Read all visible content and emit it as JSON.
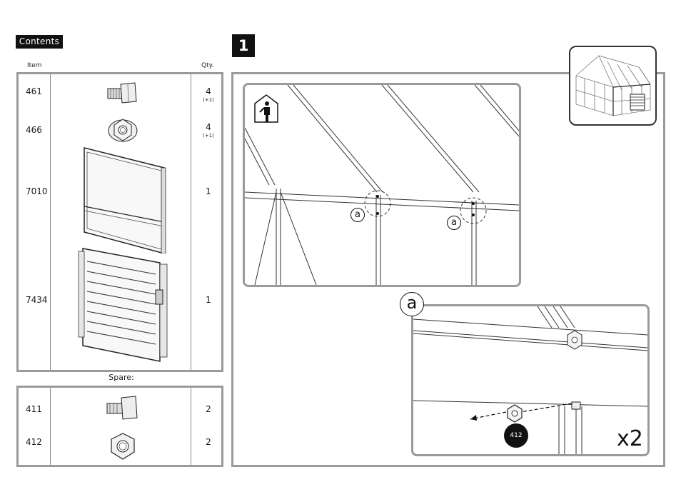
{
  "header": {
    "contents_label": "Contents",
    "step_number": "1",
    "item_col": "Item",
    "qty_col": "Qty."
  },
  "parts": [
    {
      "id": "461",
      "qty": "4",
      "spare": "(+1)",
      "icon": "bolt-icon"
    },
    {
      "id": "466",
      "qty": "4",
      "spare": "(+1)",
      "icon": "flange-nut-icon"
    },
    {
      "id": "7010",
      "qty": "1",
      "spare": "",
      "icon": "window-frame-icon"
    },
    {
      "id": "7434",
      "qty": "1",
      "spare": "",
      "icon": "louvre-vent-icon"
    }
  ],
  "spare_label": "Spare:",
  "spares": [
    {
      "id": "411",
      "qty": "2",
      "icon": "bolt-icon"
    },
    {
      "id": "412",
      "qty": "2",
      "icon": "hex-nut-icon"
    }
  ],
  "callouts": {
    "detail_letter": "a",
    "part_number": "412",
    "multiplier": "x2"
  },
  "icons": [
    "person-indoors-icon",
    "greenhouse-thumbnail-icon"
  ]
}
